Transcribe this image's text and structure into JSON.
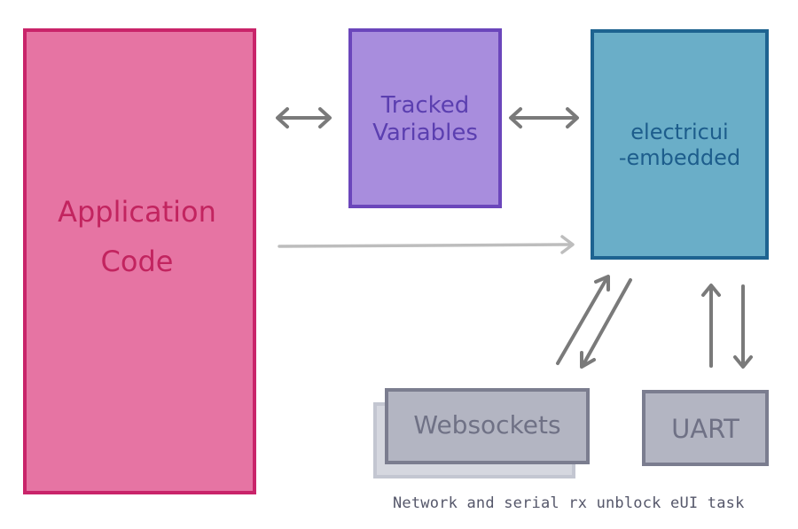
{
  "nodes": {
    "app_code": {
      "label": "Application\nCode"
    },
    "tracked_variables": {
      "label": "Tracked\nVariables"
    },
    "electricui_embedded": {
      "label": "electricui\n-embedded"
    },
    "websockets": {
      "label": "Websockets"
    },
    "uart": {
      "label": "UART"
    }
  },
  "caption": "Network and serial rx unblock eUI task",
  "colors": {
    "app_fill": "#e674a3",
    "app_border": "#c9246a",
    "tracked_fill": "#a88ddd",
    "tracked_border": "#6b46bb",
    "eui_fill": "#6aaec8",
    "eui_border": "#1e6390",
    "transport_fill": "#b3b5c2",
    "transport_border": "#7b7d8f",
    "arrow_dark": "#7a7a7a",
    "arrow_light": "#bdbdbd"
  },
  "edges": [
    {
      "from": "app_code",
      "to": "tracked_variables",
      "direction": "both"
    },
    {
      "from": "tracked_variables",
      "to": "electricui_embedded",
      "direction": "both"
    },
    {
      "from": "app_code",
      "to": "electricui_embedded",
      "direction": "forward"
    },
    {
      "from": "websockets",
      "to": "electricui_embedded",
      "direction": "forward"
    },
    {
      "from": "electricui_embedded",
      "to": "websockets",
      "direction": "forward"
    },
    {
      "from": "uart",
      "to": "electricui_embedded",
      "direction": "forward"
    },
    {
      "from": "electricui_embedded",
      "to": "uart",
      "direction": "forward"
    }
  ]
}
